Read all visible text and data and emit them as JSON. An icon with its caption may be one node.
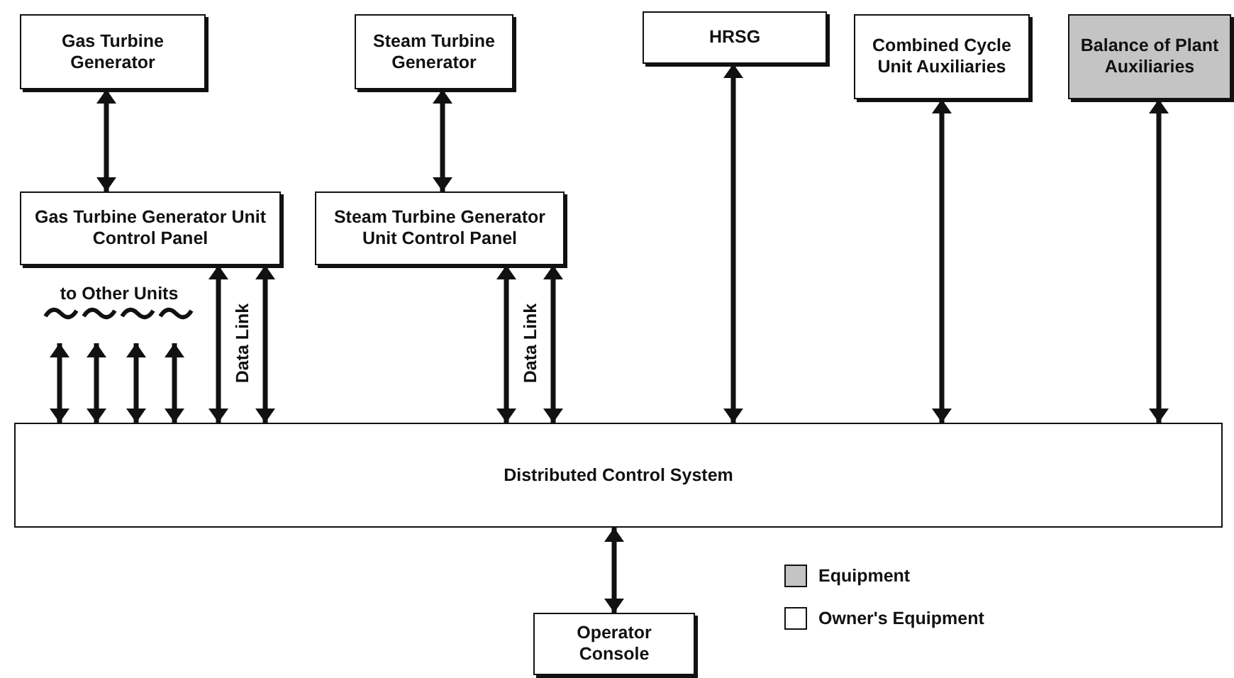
{
  "diagram": {
    "nodes": [
      {
        "text": [
          "Gas Turbine Generator"
        ]
      },
      {
        "text": [
          "Steam Turbine Generator"
        ]
      },
      {
        "text": [
          "HRSG"
        ]
      },
      {
        "text": [
          "Combined Cycle Unit Auxiliaries"
        ]
      },
      {
        "text": [
          "Balance of Plant Auxiliaries"
        ]
      },
      {
        "text": [
          "Gas Turbine Generator Unit Control Panel"
        ]
      },
      {
        "text": [
          "Steam Turbine Generator Unit Control Panel"
        ]
      },
      {
        "text": [
          "to Other Units"
        ]
      },
      {
        "text": [
          "Distributed Control System"
        ]
      },
      {
        "text": [
          "Operator Console"
        ]
      }
    ],
    "edges": [
      {
        "from": 0,
        "to": 5,
        "arrow": "both"
      },
      {
        "from": 1,
        "to": 6,
        "arrow": "both"
      },
      {
        "from": 7,
        "to": 8,
        "arrow": "both"
      },
      {
        "from": 7,
        "to": 8,
        "arrow": "both"
      },
      {
        "from": 7,
        "to": 8,
        "arrow": "both"
      },
      {
        "from": 7,
        "to": 8,
        "arrow": "both"
      },
      {
        "from": 5,
        "to": 8,
        "arrow": "both",
        "label": "Data Link"
      },
      {
        "from": 5,
        "to": 8,
        "arrow": "both"
      },
      {
        "from": 6,
        "to": 8,
        "arrow": "both",
        "label": "Data Link"
      },
      {
        "from": 6,
        "to": 8,
        "arrow": "both"
      },
      {
        "from": 2,
        "to": 8,
        "arrow": "both"
      },
      {
        "from": 3,
        "to": 8,
        "arrow": "both"
      },
      {
        "from": 4,
        "to": 8,
        "arrow": "both"
      },
      {
        "from": 8,
        "to": 9,
        "arrow": "both"
      }
    ],
    "legend": [
      {
        "text": "Equipment",
        "color": "#c4c4c4"
      },
      {
        "text": "Owner's Equipment",
        "color": "#ffffff"
      }
    ]
  }
}
